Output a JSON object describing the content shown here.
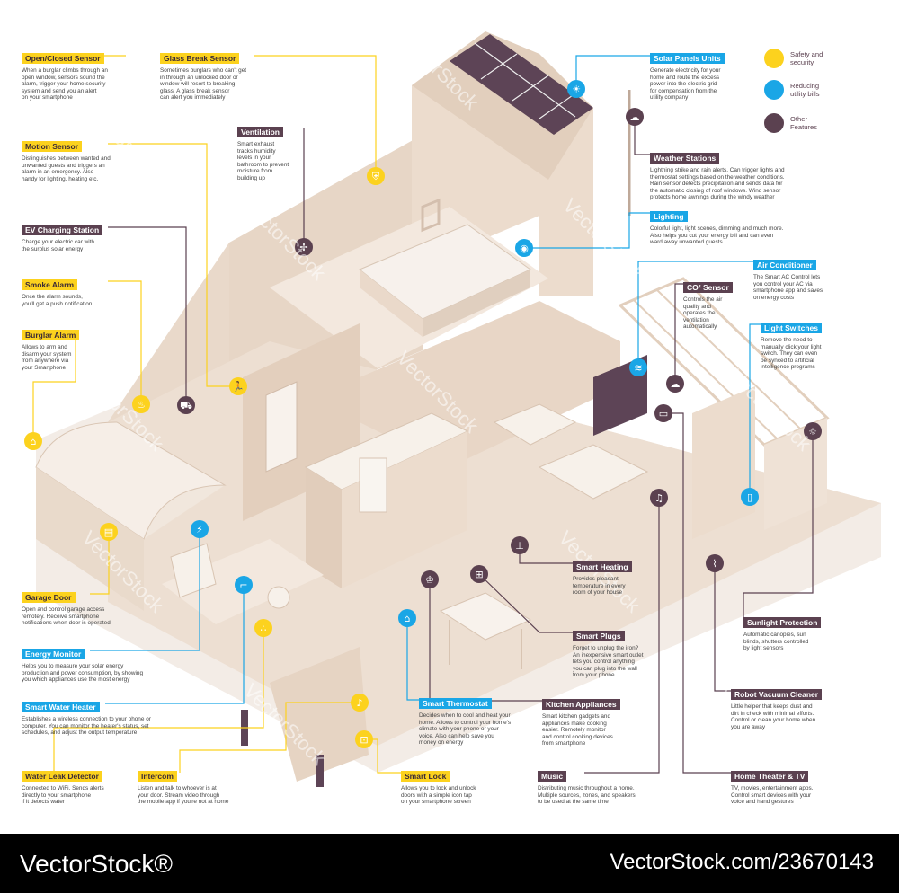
{
  "colors": {
    "safety": "#fcd21e",
    "utility": "#1aa6e6",
    "other": "#5b4150",
    "wall": "#ecdccd",
    "wallDark": "#d8c3b0",
    "roof": "#e6d4c2",
    "solar": "#5d4456"
  },
  "legend": [
    {
      "label": "Safety and\nsecurity",
      "color": "#fcd21e"
    },
    {
      "label": "Reducing\nutility bills",
      "color": "#1aa6e6"
    },
    {
      "label": "Other\nFeatures",
      "color": "#5b4150"
    }
  ],
  "labels": {
    "open_closed_sensor": {
      "title": "Open/Closed Sensor",
      "desc": "When a burglar climbs through an\nopen window, sensors sound the\nalarm, trigger your home security\nsystem and send you an alert\non your smartphone",
      "icon": "window-sensor-icon"
    },
    "glass_break_sensor": {
      "title": "Glass Break Sensor",
      "desc": "Sometimes burglars who can't get\nin through an unlocked door or\nwindow will resort to breaking\nglass. A glass break sensor\ncan alert you immediately",
      "icon": "shield-icon"
    },
    "ventilation": {
      "title": "Ventilation",
      "desc": "Smart exhaust\ntracks humidity\nlevels in your\nbathroom to prevent\nmoisture from\nbuilding up",
      "icon": "fan-icon"
    },
    "motion_sensor": {
      "title": "Motion Sensor",
      "desc": "Distinguishes between wanted and\nunwanted guests and triggers an\nalarm in an emergency. Also\nhandy for lighting, heating etc.",
      "icon": "running-person-icon"
    },
    "ev_charging": {
      "title": "EV Charging Station",
      "desc": "Charge your electric car with\nthe surplus solar energy",
      "icon": "car-icon"
    },
    "smoke_alarm": {
      "title": "Smoke Alarm",
      "desc": "Once the alarm sounds,\nyou'll get a push notification",
      "icon": "flame-icon"
    },
    "burglar_alarm": {
      "title": "Burglar Alarm",
      "desc": "Allows to arm and\ndisarm your system\nfrom anywhere via\nyour Smartphone",
      "icon": "siren-icon"
    },
    "garage_door": {
      "title": "Garage Door",
      "desc": "Open and control garage access\nremotely. Receive smartphone\nnotifications when door is operated",
      "icon": "garage-icon"
    },
    "energy_monitor": {
      "title": "Energy Monitor",
      "desc": "Helps you to measure your solar energy\nproduction and power consumption, by showing\nyou which appliances use the most energy",
      "icon": "lightning-icon"
    },
    "smart_water_heater": {
      "title": "Smart Water Heater",
      "desc": "Establishes a wireless connection to your phone or\ncomputer.  You can monitor the heater's status, set\nschedules, and adjust the output temperature",
      "icon": "faucet-icon"
    },
    "water_leak": {
      "title": "Water Leak Detector",
      "desc": "Connected to WiFi. Sends alerts\ndirectly to your smartphone\nif it detects water",
      "icon": "droplets-icon"
    },
    "intercom": {
      "title": "Intercom",
      "desc": "Listen and talk to whoever is at\nyour door. Stream video through\nthe mobile app if you're not at home",
      "icon": "bell-icon"
    },
    "smart_lock": {
      "title": "Smart Lock",
      "desc": "Allows you to lock and unlock\ndoors with a simple icon tap\non your smartphone screen",
      "icon": "lock-icon"
    },
    "smart_thermostat": {
      "title": "Smart Thermostat",
      "desc": "Decides when to cool and heat your\nhome. Allows to control your home's\nclimate with your phone or your\nvoice. Also can help save you\nmoney on energy",
      "icon": "home-thermostat-icon"
    },
    "kitchen_appliances": {
      "title": "Kitchen Appliances",
      "desc": "Smart kitchen gadgets and\nappliances make cooking\neasier. Remotely monitor\nand control cooking devices\nfrom smartphone",
      "icon": "chef-hat-icon"
    },
    "music": {
      "title": "Music",
      "desc": "Distributing music throughout a home.\nMultiple sources, zones, and speakers\nto be used at the same time",
      "icon": "music-note-icon"
    },
    "smart_heating": {
      "title": "Smart Heating",
      "desc": "Provides pleasant\ntemperature in every\nroom of your house",
      "icon": "thermometer-icon"
    },
    "smart_plugs": {
      "title": "Smart Plugs",
      "desc": "Forget to unplug the iron?\nAn inexpensive smart outlet\nlets you control anything\nyou can plug into the wall\nfrom your phone",
      "icon": "plug-icon"
    },
    "solar_panels": {
      "title": "Solar Panels Units",
      "desc": "Generate electricity for your\nhome and route the excess\npower into the electric grid\nfor compensation from the\nutility company",
      "icon": "sun-panel-icon"
    },
    "weather_stations": {
      "title": "Weather Stations",
      "desc": "Lightning strike and rain alerts. Can trigger lights and\nthermostat settings based on the weather conditions.\nRain sensor detects precipitation and sends data for\nthe automatic closing of roof windows. Wind sensor\nprotects home awnings during the windy weather",
      "icon": "cloud-rain-icon"
    },
    "lighting": {
      "title": "Lighting",
      "desc": "Colorful light, light scenes, dimming and much more.\nAlso helps you cut your energy bill and can even\nward away unwanted guests",
      "icon": "bulb-icon"
    },
    "air_conditioner": {
      "title": "Air Conditioner",
      "desc": "The Smart AC Control lets\nyou control your AC via\nsmartphone app and saves\non energy costs",
      "icon": "ac-wind-icon"
    },
    "co2_sensor": {
      "title": "CO² Sensor",
      "desc": "Controls the air\nquality and\noperates the\nventilation\nautomatically",
      "icon": "co2-cloud-icon"
    },
    "light_switches": {
      "title": "Light Switches",
      "desc": "Remove the need to\nmanually click your light\nswitch. They can even\nbe synced to artificial\nintelligence programs",
      "icon": "switch-icon"
    },
    "sunlight_protection": {
      "title": "Sunlight Protection",
      "desc": "Automatic canopies, sun\nblinds, shutters controlled\nby light sensors",
      "icon": "sun-icon"
    },
    "robot_vacuum": {
      "title": "Robot Vacuum Cleaner",
      "desc": "Little helper that keeps dust and\ndirt in check with minimal efforts.\nControl or clean your home when\nyou are away",
      "icon": "broom-icon"
    },
    "home_theater": {
      "title": "Home Theater & TV",
      "desc": "TV, movies, entertainment apps.\nControl smart devices with your\nvoice and hand gestures",
      "icon": "tv-icon"
    }
  },
  "watermark": "VectorStock",
  "footer": {
    "brand": "VectorStock®",
    "url": "VectorStock.com/23670143"
  }
}
